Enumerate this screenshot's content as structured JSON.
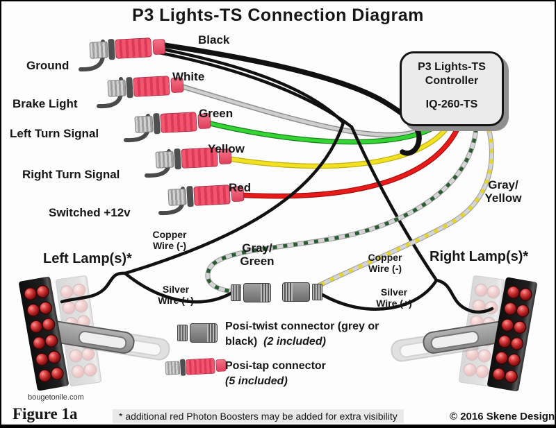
{
  "title": "P3 Lights-TS Connection Diagram",
  "controller": {
    "line1": "P3 Lights-TS",
    "line2": "Controller",
    "model": "IQ-260-TS"
  },
  "inputs": [
    {
      "label": "Ground",
      "wire": "Black"
    },
    {
      "label": "Brake Light",
      "wire": "White"
    },
    {
      "label": "Left Turn Signal",
      "wire": "Green"
    },
    {
      "label": "Right Turn Signal",
      "wire": "Yellow"
    },
    {
      "label": "Switched +12v",
      "wire": "Red"
    }
  ],
  "lamps": {
    "left": "Left Lamp(s)*",
    "right": "Right Lamp(s)*"
  },
  "wire_notes": {
    "copper1": "Copper",
    "copper2": "Wire (-)",
    "silver1": "Silver",
    "silver2": "Wire (+)"
  },
  "pair_labels": {
    "green1": "Gray/",
    "green2": "Green",
    "yellow1": "Gray/",
    "yellow2": "Yellow"
  },
  "legend": {
    "twist_line1": "Posi-twist connector (grey or",
    "twist_line2": "black)",
    "twist_qty": "(2 included)",
    "tap_line1": "Posi-tap connector",
    "tap_qty": "(5 included)"
  },
  "footer": {
    "watermark": "bougetonile.com",
    "figure": "Figure 1a",
    "note": "* additional red Photon Boosters may be added for extra visibility",
    "copyright": "© 2016 Skene Design"
  },
  "colors": {
    "black": "#111111",
    "white_wire": "#cfcfcf",
    "green": "#35d435",
    "yellow": "#f2e120",
    "red": "#e81a1a",
    "twist_base": "#d5d5d5",
    "twist_green": "#2a5c33",
    "twist_yellow": "#e6d52e",
    "lead_gray": "#4a4a4a"
  }
}
